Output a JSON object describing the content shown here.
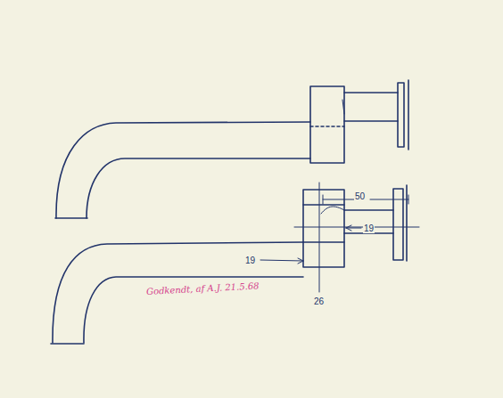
{
  "diagram": {
    "labels": [
      "50",
      "19",
      "19",
      "26",
      "Godkendt, af A.J. 21.5.68"
    ]
  }
}
